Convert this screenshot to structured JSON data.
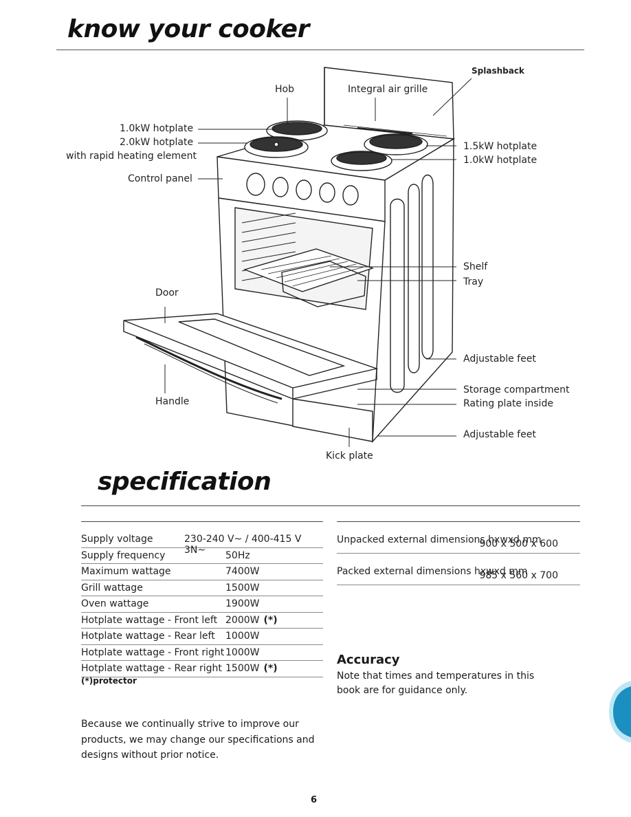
{
  "header": {
    "title": "know your cooker"
  },
  "diagram": {
    "labels": {
      "splashback": "Splashback",
      "hob": "Hob",
      "air_grille": "Integral air grille",
      "hp_1kw_left": "1.0kW hotplate",
      "hp_2kw": "2.0kW hotplate",
      "hp_2kw_note": "with rapid heating element",
      "control_panel": "Control panel",
      "hp_15kw": "1.5kW hotplate",
      "hp_1kw_right": "1.0kW hotplate",
      "shelf": "Shelf",
      "tray": "Tray",
      "door": "Door",
      "handle": "Handle",
      "adjustable_feet_1": "Adjustable feet",
      "storage": "Storage compartment",
      "rating_plate": "Rating plate inside",
      "adjustable_feet_2": "Adjustable feet",
      "kick_plate": "Kick plate"
    }
  },
  "spec": {
    "title": "specification",
    "left_rows": [
      {
        "key": "Supply voltage",
        "value": "230-240 V~ / 400-415 V 3N~",
        "mark": ""
      },
      {
        "key": "Supply frequency",
        "value": "50Hz",
        "mark": ""
      },
      {
        "key": "Maximum wattage",
        "value": "7400W",
        "mark": ""
      },
      {
        "key": "Grill wattage",
        "value": "1500W",
        "mark": ""
      },
      {
        "key": "Oven wattage",
        "value": "1900W",
        "mark": ""
      },
      {
        "key": "Hotplate wattage - Front left",
        "value": "2000W",
        "mark": "(*)"
      },
      {
        "key": "Hotplate wattage - Rear left",
        "value": "1000W",
        "mark": ""
      },
      {
        "key": "Hotplate wattage - Front right",
        "value": "1000W",
        "mark": ""
      },
      {
        "key": "Hotplate wattage - Rear right",
        "value": "1500W",
        "mark": "(*)"
      }
    ],
    "footnote": "(*)protector",
    "right_rows": [
      {
        "key": "Unpacked external dimensions hxwxd mm",
        "value": "900 x 500 x 600"
      },
      {
        "key": "Packed external dimensions hxwxd mm",
        "value": "985 x 560 x 700"
      }
    ],
    "notice": "Because we continually strive to improve our products, we may change our specifications and designs without prior notice.",
    "accuracy_heading": "Accuracy",
    "accuracy_text": "Note that times and temperatures in this book are for guidance only."
  },
  "footer": {
    "page_number": "6"
  },
  "colors": {
    "tab_blue": "#1a8fc0",
    "tab_light": "#bfe6f5"
  }
}
